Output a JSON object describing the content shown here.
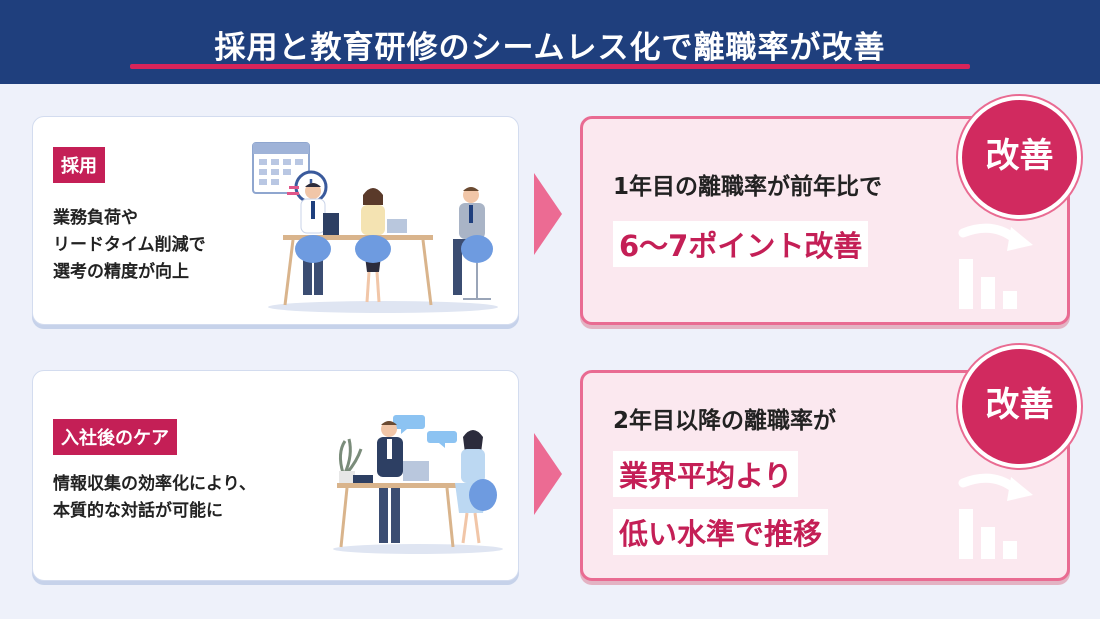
{
  "header": {
    "title": "採用と教育研修のシームレス化で離職率が改善"
  },
  "sections": [
    {
      "tag": "採用",
      "description": "業務負荷や\nリードタイム削減で\n選考の精度が向上",
      "result_line": "1年目の離職率が前年比で",
      "highlights": [
        "6〜7ポイント改善"
      ],
      "badge": "改善"
    },
    {
      "tag": "入社後のケア",
      "description": "情報収集の効率化により、\n本質的な対話が可能に",
      "result_line": "2年目以降の離職率が",
      "highlights": [
        "業界平均より",
        "低い水準で推移"
      ],
      "badge": "改善"
    }
  ],
  "colors": {
    "header_bg": "#1f3f7d",
    "accent": "#c41f56",
    "arrow": "#ec6b93",
    "card_pink": "#fbe8ef"
  },
  "icons": [
    "calendar-clock-icon",
    "growth-chart-icon",
    "chat-bubble-icon"
  ]
}
